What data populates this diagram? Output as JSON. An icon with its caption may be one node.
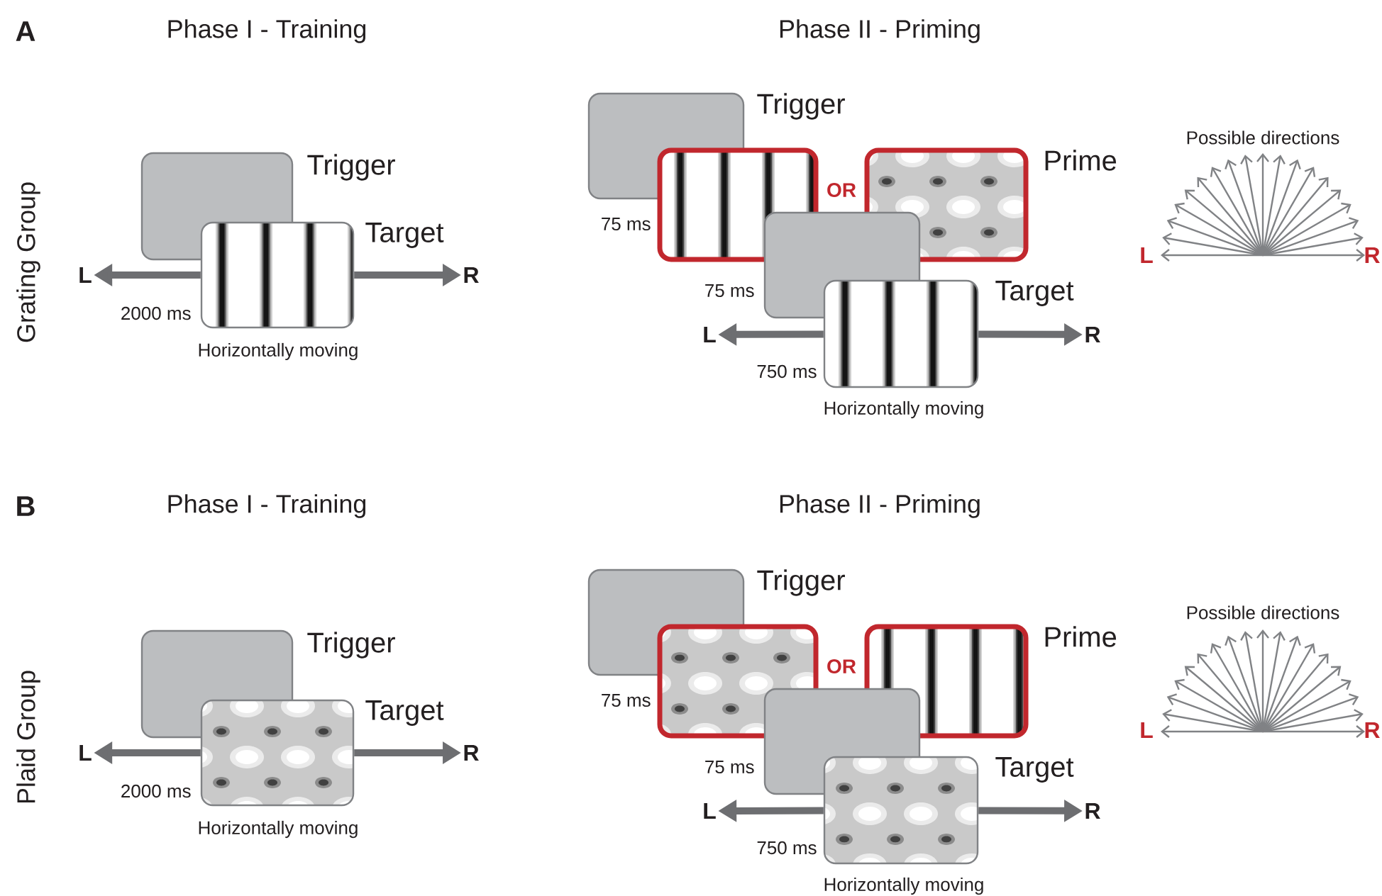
{
  "diagram": {
    "nodes": [
      {
        "text": [],
        "shape": "box",
        "beside": [
          "Trigger"
        ]
      },
      {
        "text": [],
        "shape": "picture",
        "beside": [
          "Target",
          "2000 ms",
          "Horizontally moving"
        ]
      },
      {
        "text": [
          "L"
        ]
      },
      {
        "text": [
          "R"
        ]
      },
      {
        "text": [],
        "shape": "box",
        "beside": [
          "Trigger"
        ]
      },
      {
        "text": [],
        "shape": "picture",
        "beside": [
          "75 ms"
        ]
      },
      {
        "text": [],
        "shape": "picture",
        "beside": [
          "Prime"
        ]
      },
      {
        "text": [],
        "shape": "box",
        "beside": [
          "75 ms"
        ]
      },
      {
        "text": [],
        "shape": "picture",
        "beside": [
          "Target",
          "750 ms",
          "Horizontally moving"
        ]
      },
      {
        "text": [
          "L"
        ]
      },
      {
        "text": [
          "R"
        ]
      },
      {
        "text": [],
        "shape": "box",
        "beside": [
          "Trigger"
        ]
      },
      {
        "text": [],
        "shape": "picture",
        "beside": [
          "Target",
          "2000 ms",
          "Horizontally moving"
        ]
      },
      {
        "text": [
          "L"
        ]
      },
      {
        "text": [
          "R"
        ]
      },
      {
        "text": [],
        "shape": "box",
        "beside": [
          "Trigger"
        ]
      },
      {
        "text": [],
        "shape": "picture",
        "beside": [
          "75 ms"
        ]
      },
      {
        "text": [],
        "shape": "picture",
        "beside": [
          "Prime"
        ]
      },
      {
        "text": [],
        "shape": "box",
        "beside": [
          "75 ms"
        ]
      },
      {
        "text": [],
        "shape": "picture",
        "beside": [
          "Target",
          "750 ms",
          "Horizontally moving"
        ]
      },
      {
        "text": [
          "L"
        ]
      },
      {
        "text": [
          "R"
        ]
      }
    ],
    "edges": [
      {
        "from": 1,
        "to": 2,
        "arrow": "to"
      },
      {
        "from": 1,
        "to": 3,
        "arrow": "to"
      },
      {
        "from": 8,
        "to": 9,
        "arrow": "to"
      },
      {
        "from": 8,
        "to": 10,
        "arrow": "to"
      },
      {
        "from": 12,
        "to": 13,
        "arrow": "to"
      },
      {
        "from": 12,
        "to": 14,
        "arrow": "to"
      },
      {
        "from": 19,
        "to": 20,
        "arrow": "to"
      },
      {
        "from": 19,
        "to": 21,
        "arrow": "to"
      }
    ],
    "labels": [
      "A",
      "Phase I - Training",
      "Phase II - Priming",
      "Grating Group",
      "OR",
      "Possible directions",
      "L",
      "R",
      "B",
      "Phase I - Training",
      "Phase II - Priming",
      "Plaid Group",
      "OR",
      "Possible directions",
      "L",
      "R"
    ]
  }
}
